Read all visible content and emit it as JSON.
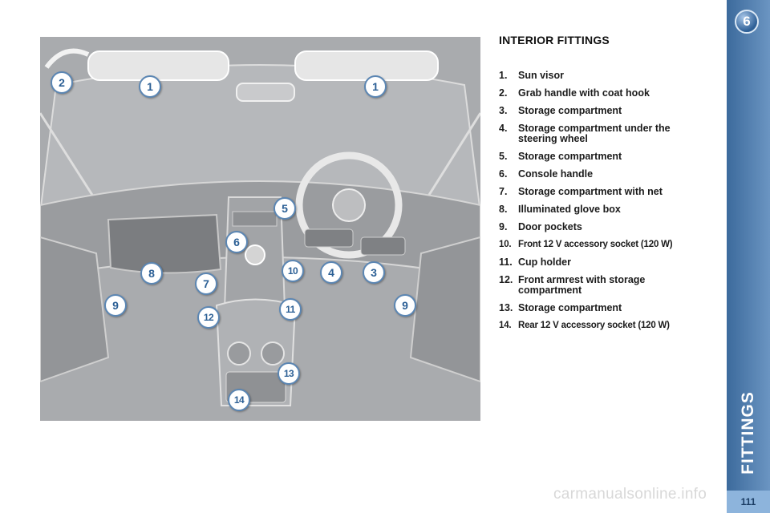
{
  "chapter": {
    "number": "6",
    "label": "FITTINGS",
    "page_number": "111",
    "colors": {
      "sidebar": "#4a7aad",
      "callout_text": "#2b5f95",
      "callout_border": "#5b86b3"
    }
  },
  "section": {
    "title": "INTERIOR FITTINGS"
  },
  "callouts": [
    "2",
    "1",
    "1",
    "5",
    "6",
    "8",
    "7",
    "10",
    "4",
    "3",
    "9",
    "12",
    "11",
    "9",
    "13",
    "14"
  ],
  "items": [
    {
      "num": "1.",
      "text": "Sun visor"
    },
    {
      "num": "2.",
      "text": "Grab handle with coat hook"
    },
    {
      "num": "3.",
      "text": "Storage compartment"
    },
    {
      "num": "4.",
      "text": "Storage compartment under the steering wheel"
    },
    {
      "num": "5.",
      "text": "Storage compartment"
    },
    {
      "num": "6.",
      "text": "Console handle"
    },
    {
      "num": "7.",
      "text": "Storage compartment with net"
    },
    {
      "num": "8.",
      "text": "Illuminated glove box"
    },
    {
      "num": "9.",
      "text": "Door pockets"
    },
    {
      "num": "10.",
      "text": "Front 12 V accessory socket (120 W)"
    },
    {
      "num": "11.",
      "text": "Cup holder"
    },
    {
      "num": "12.",
      "text": "Front armrest with storage compartment"
    },
    {
      "num": "13.",
      "text": "Storage compartment"
    },
    {
      "num": "14.",
      "text": "Rear 12 V accessory socket (120 W)"
    }
  ],
  "watermark": "carmanualsonline.info"
}
